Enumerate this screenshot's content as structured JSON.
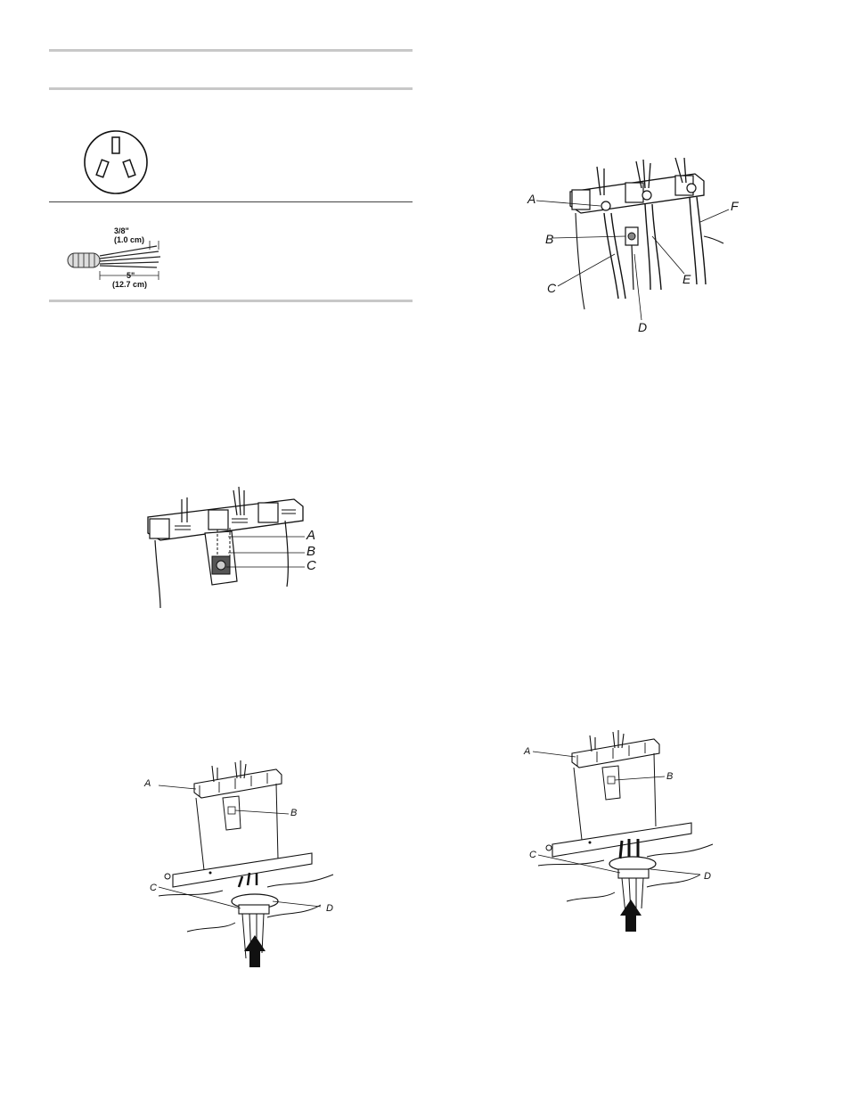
{
  "strip_diagram": {
    "dim_short": "3/8\"",
    "dim_short_metric": "(1.0 cm)",
    "dim_long": "5\"",
    "dim_long_metric": "(12.7 cm)"
  },
  "terminal_block_diagram": {
    "labels": [
      "A",
      "B",
      "C"
    ]
  },
  "four_wire_diagram": {
    "labels": [
      "A",
      "B",
      "C",
      "D",
      "E",
      "F"
    ]
  },
  "strain_relief_left": {
    "labels": [
      "A",
      "B",
      "C",
      "D"
    ]
  },
  "strain_relief_right": {
    "labels": [
      "A",
      "B",
      "C",
      "D"
    ]
  }
}
